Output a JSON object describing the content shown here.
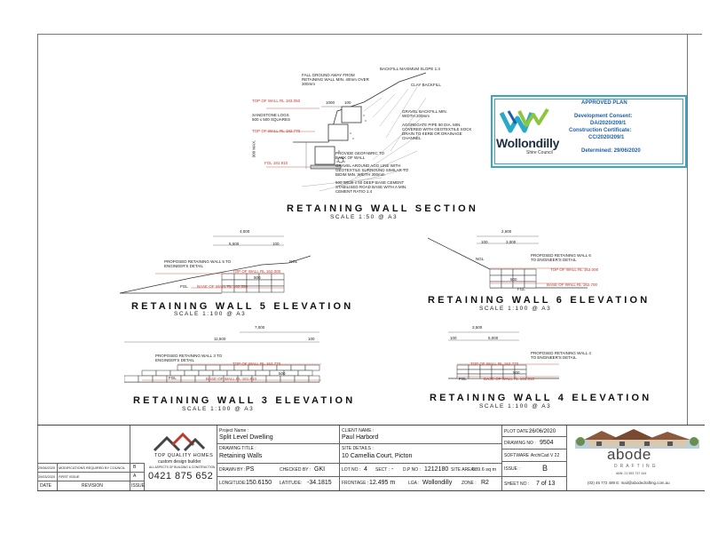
{
  "section": {
    "heading": "RETAINING WALL SECTION",
    "scale": "SCALE 1:50 @ A3",
    "notes": {
      "fall_ground": "FALL GROUND AWAY FROM RETAINING WALL MIN. 40mm OVER 300mm",
      "backfill_slope": "BACKFILL MAXIMUM SLOPE 1:4",
      "clay_backfill": "CLAY BACKFILL",
      "sandstone_logs": "SANDSTONE LOGS 500 x 500 SQUARES",
      "gravel_backfill": "GRAVEL BACKFILL MIN. WIDTH 200mm",
      "ag_pipe": "AGGREGATE PIPE 90 DIA. MIN. COVERED WITH GEOTEXTILE SOCK DRAIN TO KERB OR DRAINAGE CHANNEL",
      "geofabric": "PROVIDE GEOFABRIC TO BACK OF WALL",
      "gravel_ag_line": "GRAVEL AROUND AGG LINE WITH GEOTEXTILE SURROUND SIMILAR TO BIDIM MIN. WIDTH 300mm",
      "base": "500 WIDE x 50 DEEP BASE CEMENT STABILISED ROAD BASE WITH A MIN. CEMENT RATIO 1:4",
      "top_rl": "TOP OF WALL RL 183.050",
      "mid_rl": "TOP OF WALL RL 182.770",
      "fgl": "FGL 181.810",
      "dim_1000": "1000",
      "dim_100": "100",
      "dim_900": "900 MAX."
    }
  },
  "wall5": {
    "heading": "RETAINING WALL 5 ELEVATION",
    "scale": "SCALE 1:100 @ A3",
    "dim_top": "4,000",
    "dim_a": "5,500",
    "dim_b": "100",
    "proposed": "PROPOSED RETAINING WALL 5 TO ENGINEER'S DETAIL",
    "top_rl": "TOP OF WALL RL 162.000",
    "base_rl": "BASE OF WALL RL 162.550",
    "ngl": "NGL",
    "fgl": "FGL",
    "h": "500"
  },
  "wall6": {
    "heading": "RETAINING WALL 6 ELEVATION",
    "scale": "SCALE 1:100 @ A3",
    "dim_top": "2,500",
    "dim_a": "100",
    "dim_b": "3,000",
    "proposed": "PROPOSED RETAINING WALL 6 TO ENGINEER'S DETAIL",
    "top_rl": "TOP OF WALL RL 163.000",
    "base_rl": "BASE OF WALL RL 162.700",
    "ngl": "NGL",
    "fgl": "FGL",
    "h": "500"
  },
  "wall3": {
    "heading": "RETAINING WALL 3 ELEVATION",
    "scale": "SCALE 1:100 @ A3",
    "dim_top": "7,000",
    "dim_a": "11,500",
    "dim_b": "100",
    "proposed": "PROPOSED RETAINING WALL 3 TO ENGINEER'S DETAIL",
    "top_rl": "TOP OF WALL RL 162.770",
    "base_rl": "BASE OF WALL RL 161.810",
    "ngl": "NGL",
    "fgl": "FGL",
    "h": "500"
  },
  "wall4": {
    "heading": "RETAINING WALL 4 ELEVATION",
    "scale": "SCALE 1:100 @ A3",
    "dim_top": "3,500",
    "dim_a": "100",
    "dim_b": "5,000",
    "proposed": "PROPOSED RETAINING WALL 4 TO ENGINEER'S DETAIL",
    "top_rl": "TOP OF WALL RL 162.770",
    "base_rl": "BASE OF WALL RL 161.810",
    "ngl": "NGL",
    "fgl": "FGL",
    "h": "500"
  },
  "stamp": {
    "title": "APPROVED PLAN",
    "consent_label": "Development Consent:",
    "consent": "DA/2020/209/1",
    "cert_label": "Construction Certificate:",
    "cert": "CC/2020/209/1",
    "determined": "Determined: 29/06/2020",
    "council": "Wollondilly",
    "council_sub": "Shire Council",
    "colors": {
      "border": "#3aa4c9",
      "blue": "#1f5fa8",
      "green": "#8cc63f",
      "teal": "#2aa9c9"
    }
  },
  "revisions": {
    "rows": [
      {
        "date": "29/06/2020",
        "desc": "MODIFICATIONS REQUIRED BY COUNCIL",
        "rev": "B"
      },
      {
        "date": "29/03/2020",
        "desc": "FIRST ISSUE",
        "rev": "A"
      }
    ],
    "headers": {
      "date": "DATE",
      "revision": "REVISION",
      "issue": "ISSUE"
    }
  },
  "builder": {
    "name": "TOP QUALITY HOMES",
    "tagline": "custom design builder",
    "sub": "ALL ASPECTS OF BUILDING & CONSTRUCTION",
    "phone": "0421 875 652"
  },
  "project": {
    "project_label": "Project Name :",
    "project": "Split Level Dwelling",
    "drawing_label": "DRAWING TITLE :",
    "drawing": "Retaining Walls",
    "drawn_label": "DRAWN BY :",
    "drawn": "PS",
    "checked_label": "CHECKED BY :",
    "checked": "GKI",
    "longitude_label": "LONGITUDE:",
    "longitude": "150.6150",
    "latitude_label": "LATITUDE:",
    "latitude": "-34.1815"
  },
  "client": {
    "client_label": "CLIENT NAME :",
    "client": "Paul Harbord",
    "site_label": "SITE DETAILS :",
    "site": "10 Camellia Court, Picton",
    "lot_label": "LOT NO :",
    "lot": "4",
    "sect_label": "SECT :",
    "sect": "-",
    "dp_label": "D.P NO :",
    "dp": "1212180",
    "area_label": "SITE AREA :",
    "area": "889.6 sq m",
    "frontage_label": "FRONTAGE :",
    "frontage": "12.495 m",
    "lga_label": "LGA :",
    "lga": "Wollondilly",
    "zone_label": "ZONE :",
    "zone": "R2"
  },
  "sheet": {
    "plot_label": "PLOT DATE :",
    "plot": "26/06/2020",
    "drawing_no_label": "DRAWING NO :",
    "drawing_no": "9504",
    "software_label": "SOFTWARE :",
    "software": "ArchiCad V 22",
    "issue_label": "ISSUE :",
    "issue": "B",
    "sheet_label": "SHEET NO :",
    "sheet": "7 of 13"
  },
  "abode": {
    "name": "abode",
    "sub": "DRAFTING",
    "abn": "ABN: 21 553 737 444",
    "contact": "(02) 46 772 489  E: mail@abodedrafting.com.au"
  }
}
